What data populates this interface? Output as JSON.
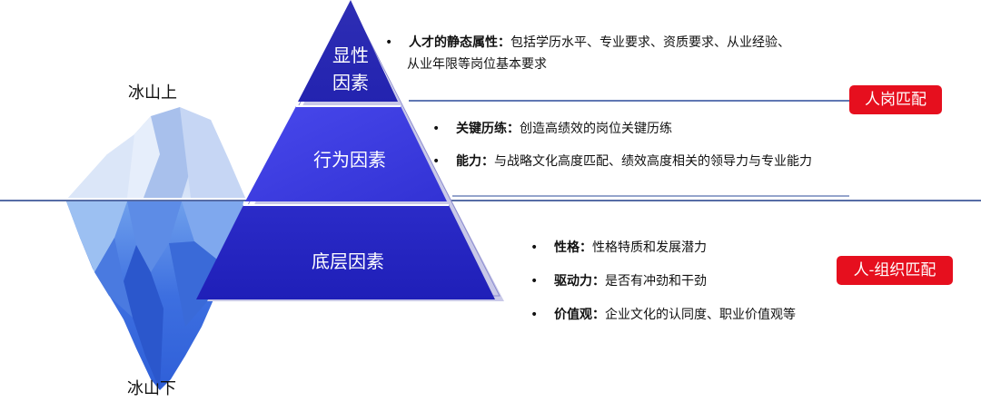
{
  "iceberg": {
    "above_label": "冰山上",
    "below_label": "冰山下"
  },
  "pyramid": {
    "top": {
      "line1": "显性",
      "line2": "因素"
    },
    "middle": "行为因素",
    "bottom": "底层因素"
  },
  "sections": {
    "top": [
      {
        "bold": "人才的静态属性：",
        "text": "包括学历水平、专业要求、资质要求、从业经验、",
        "text2": "从业年限等岗位基本要求"
      }
    ],
    "middle": [
      {
        "bold": "关键历练：",
        "text": "创造高绩效的岗位关键历练"
      },
      {
        "bold": "能力：",
        "text": "与战略文化高度匹配、绩效高度相关的领导力与专业能力"
      }
    ],
    "bottom": [
      {
        "bold": "性格：",
        "text": "性格特质和发展潜力"
      },
      {
        "bold": "驱动力：",
        "text": "是否有冲劲和干劲"
      },
      {
        "bold": "价值观：",
        "text": "企业文化的认同度、职业价值观等"
      }
    ]
  },
  "badges": {
    "person_job": "人岗匹配",
    "person_org": "人-组织匹配"
  },
  "bullet_char": "•",
  "colors": {
    "badge": "#e60f1e",
    "pyramid_top": "#2a2ab8",
    "pyramid_mid": "#3c3ce0",
    "pyramid_bottom": "#2424c6",
    "waterline": "#1f3c88"
  }
}
